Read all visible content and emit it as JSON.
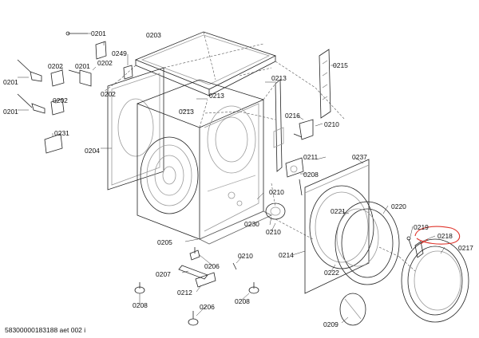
{
  "labels": {
    "p0201a": "0201",
    "p0201b": "0201",
    "p0201c": "0201",
    "p0202a": "0202",
    "p0202b": "0202",
    "p0202c": "0202",
    "p0202d": "0202",
    "p0203": "0203",
    "p0249": "0249",
    "p0231": "0231",
    "p0204": "0204",
    "p0213a": "0213",
    "p0213b": "0213",
    "p0213c": "0213",
    "p0215": "0215",
    "p0216": "0216",
    "p0210a": "0210",
    "p0210b": "0210",
    "p0210c": "0210",
    "p0210d": "0210",
    "p0211": "0211",
    "p0208": "0208",
    "p0237": "0237",
    "p0220": "0220",
    "p0221": "0221",
    "p0219": "0219",
    "p0218": "0218",
    "p0217": "0217",
    "p0230": "0230",
    "p0205": "0205",
    "p0214": "0214",
    "p0222": "0222",
    "p0206a": "0206",
    "p0206b": "0206",
    "p0207": "0207",
    "p0212": "0212",
    "p0208b": "0208",
    "p0208c": "0208",
    "p0209": "0209"
  },
  "footer": "58300000183188 aet 002 i",
  "colors": {
    "line": "#222222",
    "highlight": "#e0342b",
    "hatch": "#9a9a9a"
  }
}
